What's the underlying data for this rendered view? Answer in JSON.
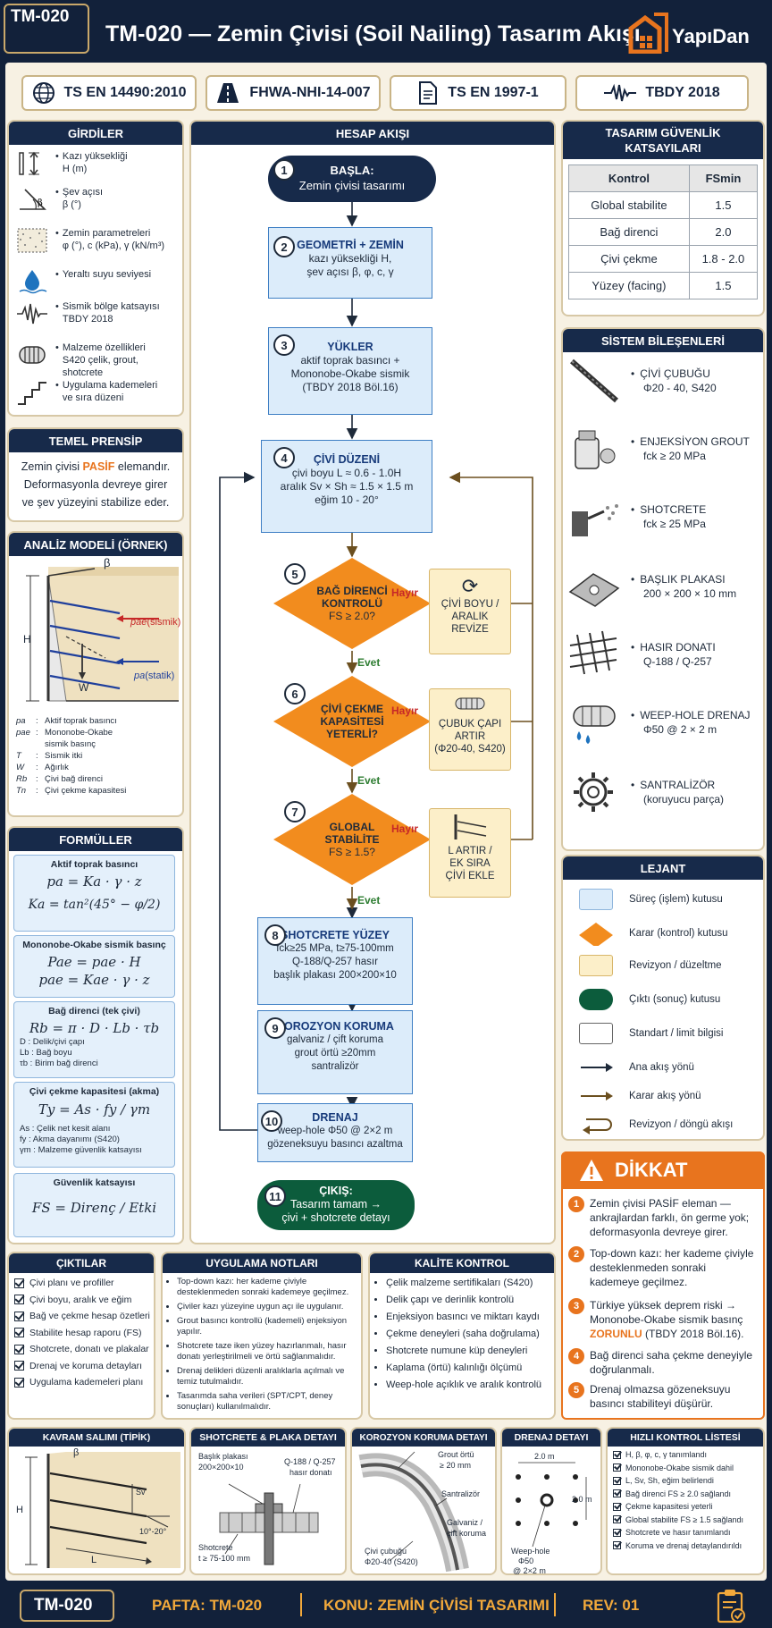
{
  "header": {
    "tag": "TM-020",
    "title": "TM-020 — Zemin Çivisi (Soil Nailing) Tasarım Akışı",
    "logo": "YapıDan"
  },
  "standards": [
    "TS EN 14490:2010",
    "FHWA-NHI-14-007",
    "TS EN 1997-1",
    "TBDY 2018"
  ],
  "inputs": {
    "title": "GİRDİLER",
    "items": [
      {
        "icon": "height-icon",
        "l1": "Kazı yüksekliği",
        "l2": "H (m)"
      },
      {
        "icon": "slope-angle-icon",
        "l1": "Şev açısı",
        "l2": "β (°)"
      },
      {
        "icon": "soil-icon",
        "l1": "Zemin parametreleri",
        "l2": "φ (°), c (kPa), γ (kN/m³)"
      },
      {
        "icon": "water-drop-icon",
        "l1": "Yeraltı suyu seviyesi",
        "l2": ""
      },
      {
        "icon": "seismic-wave-icon",
        "l1": "Sismik bölge katsayısı",
        "l2": "TBDY 2018"
      },
      {
        "icon": "material-coil-icon",
        "l1": "Malzeme özellikleri",
        "l2": "S420 çelik, grout, shotcrete"
      },
      {
        "icon": "stairs-icon",
        "l1": "Uygulama kademeleri",
        "l2": "ve sıra düzeni"
      }
    ]
  },
  "principle": {
    "title": "TEMEL PRENSİP",
    "pre": "Zemin çivisi ",
    "kw": "PASİF",
    "post": " elemandır.",
    "l2": "Deformasyonla devreye girer",
    "l3": "ve şev yüzeyini stabilize eder."
  },
  "model": {
    "title": "ANALİZ MODELİ (ÖRNEK)",
    "beta": "β",
    "H": "H",
    "W": "W",
    "pae": "pae",
    "pae_tag": "(sismik)",
    "pa": "pa",
    "pa_tag": "(statik)",
    "legend": [
      {
        "s": "pa",
        "t": "Aktif toprak basıncı"
      },
      {
        "s": "pae",
        "t": "Mononobe-Okabe"
      },
      {
        "s": "",
        "t": "sismik basınç"
      },
      {
        "s": "T",
        "t": "Sismik itki"
      },
      {
        "s": "W",
        "t": "Ağırlık"
      },
      {
        "s": "Rb",
        "t": "Çivi bağ direnci"
      },
      {
        "s": "Tn",
        "t": "Çivi çekme kapasitesi"
      }
    ]
  },
  "formulas": {
    "title": "FORMÜLLER",
    "f1": {
      "t": "Aktif toprak basıncı",
      "a": "pa = Ka · γ · z",
      "b": "Ka = tan²(45° − φ/2)"
    },
    "f2": {
      "t": "Mononobe-Okabe sismik basınç",
      "a": "Pae = pae · H",
      "b": "pae = Kae · γ · z"
    },
    "f3": {
      "t": "Bağ direnci (tek çivi)",
      "a": "Rb = π · D · Lb · τb",
      "l": [
        "D : Delik/çivi çapı",
        "Lb : Bağ boyu",
        "τb : Birim bağ direnci"
      ]
    },
    "f4": {
      "t": "Çivi çekme kapasitesi (akma)",
      "a": "Ty = As · fy / γm",
      "l": [
        "As : Çelik net kesit alanı",
        "fy : Akma dayanımı (S420)",
        "γm : Malzeme güvenlik katsayısı"
      ]
    },
    "f5": {
      "t": "Güvenlik katsayısı",
      "a": "FS = Direnç / Etki"
    }
  },
  "flow": {
    "title": "HESAP AKIŞI",
    "s1": {
      "n": "1",
      "t": "BAŞLA:",
      "b": "Zemin çivisi tasarımı"
    },
    "s2": {
      "n": "2",
      "t": "GEOMETRİ + ZEMİN",
      "b1": "kazı yüksekliği H,",
      "b2": "şev açısı β, φ, c, γ"
    },
    "s3": {
      "n": "3",
      "t": "YÜKLER",
      "b1": "aktif toprak basıncı +",
      "b2": "Mononobe-Okabe sismik",
      "b3": "(TBDY 2018 Böl.16)"
    },
    "s4": {
      "n": "4",
      "t": "ÇİVİ DÜZENİ",
      "b1": "çivi boyu L ≈ 0.6 - 1.0H",
      "b2": "aralık Sv × Sh ≈ 1.5 × 1.5 m",
      "b3": "eğim 10 - 20°"
    },
    "d5": {
      "n": "5",
      "t": "BAĞ DİRENCİ KONTROLÜ",
      "b": "FS ≥ 2.0?"
    },
    "r5": {
      "l1": "ÇİVİ BOYU /",
      "l2": "ARALIK",
      "l3": "REVİZE"
    },
    "d6": {
      "n": "6",
      "t": "ÇİVİ ÇEKME KAPASİTESİ",
      "b": "YETERLİ?"
    },
    "r6": {
      "l1": "ÇUBUK ÇAPI",
      "l2": "ARTIR",
      "l3": "(Φ20-40, S420)"
    },
    "d7": {
      "n": "7",
      "t": "GLOBAL STABİLİTE",
      "b": "FS ≥ 1.5?"
    },
    "r7": {
      "l1": "L ARTIR /",
      "l2": "EK SIRA",
      "l3": "ÇİVİ EKLE"
    },
    "s8": {
      "n": "8",
      "t": "SHOTCRETE YÜZEY",
      "b1": "fck≥25 MPa, t≥75-100mm",
      "b2": "Q-188/Q-257 hasır",
      "b3": "başlık plakası 200×200×10"
    },
    "s9": {
      "n": "9",
      "t": "KOROZYON KORUMA",
      "b1": "galvaniz / çift koruma",
      "b2": "grout örtü ≥20mm",
      "b3": "santralizör"
    },
    "s10": {
      "n": "10",
      "t": "DRENAJ",
      "b1": "weep-hole Φ50 @ 2×2 m",
      "b2": "gözeneksuyu basıncı azaltma"
    },
    "s11": {
      "n": "11",
      "t": "ÇIKIŞ:",
      "b1": "Tasarım tamam →",
      "b2": "çivi + shotcrete detayı"
    },
    "no": "Hayır",
    "yes": "Evet"
  },
  "safety": {
    "title1": "TASARIM GÜVENLİK",
    "title2": "KATSAYILARI",
    "h1": "Kontrol",
    "h2": "FSmin",
    "rows": [
      {
        "k": "Global stabilite",
        "v": "1.5"
      },
      {
        "k": "Bağ direnci",
        "v": "2.0"
      },
      {
        "k": "Çivi çekme",
        "v": "1.8 - 2.0"
      },
      {
        "k": "Yüzey (facing)",
        "v": "1.5"
      }
    ]
  },
  "components": {
    "title": "SİSTEM BİLEŞENLERİ",
    "items": [
      {
        "icon": "nail-bar-icon",
        "a": "ÇİVİ ÇUBUĞU",
        "b": "Φ20 - 40, S420"
      },
      {
        "icon": "grout-pump-icon",
        "a": "ENJEKSİYON GROUT",
        "b": "fck ≥ 20 MPa"
      },
      {
        "icon": "shotcrete-spray-icon",
        "a": "SHOTCRETE",
        "b": "fck ≥ 25 MPa"
      },
      {
        "icon": "head-plate-icon",
        "a": "BAŞLIK PLAKASI",
        "b": "200 × 200 × 10 mm"
      },
      {
        "icon": "mesh-icon",
        "a": "HASIR DONATI",
        "b": "Q-188 / Q-257"
      },
      {
        "icon": "drain-pipe-icon",
        "a": "WEEP-HOLE DRENAJ",
        "b": "Φ50 @ 2 × 2 m"
      },
      {
        "icon": "centralizer-icon",
        "a": "SANTRALİZÖR",
        "b": "(koruyucu parça)"
      }
    ]
  },
  "legend": {
    "title": "LEJANT",
    "items": [
      "Süreç (işlem) kutusu",
      "Karar (kontrol) kutusu",
      "Revizyon / düzeltme",
      "Çıktı (sonuç) kutusu",
      "Standart / limit bilgisi",
      "Ana akış yönü",
      "Karar akış yönü",
      "Revizyon / döngü akışı"
    ]
  },
  "warning": {
    "title": "DİKKAT",
    "items": [
      {
        "n": "1",
        "t": "Zemin çivisi PASİF eleman — ankrajlardan farklı, ön germe yok; deformasyonla devreye girer."
      },
      {
        "n": "2",
        "t": "Top-down kazı: her kademe çiviyle desteklenmeden sonraki kademeye geçilmez."
      },
      {
        "n": "3",
        "pre": "Türkiye yüksek deprem riski → Mononobe-Okabe sismik basınç ",
        "kw": "ZORUNLU",
        "post": " (TBDY 2018 Böl.16)."
      },
      {
        "n": "4",
        "t": "Bağ direnci saha çekme deneyiyle doğrulanmalı."
      },
      {
        "n": "5",
        "t": "Drenaj olmazsa gözeneksuyu basıncı stabiliteyi düşürür."
      }
    ]
  },
  "outputs": {
    "title": "ÇIKTILAR",
    "items": [
      "Çivi planı ve profiller",
      "Çivi boyu, aralık ve eğim",
      "Bağ ve çekme hesap özetleri",
      "Stabilite hesap raporu (FS)",
      "Shotcrete, donatı ve plakalar",
      "Drenaj ve koruma detayları",
      "Uygulama kademeleri planı"
    ]
  },
  "notes": {
    "title": "UYGULAMA NOTLARI",
    "items": [
      "Top-down kazı: her kademe çiviyle desteklenmeden sonraki kademeye geçilmez.",
      "Çiviler kazı yüzeyine uygun açı ile uygulanır.",
      "Grout basıncı kontrollü (kademeli) enjeksiyon yapılır.",
      "Shotcrete taze iken yüzey hazırlanmalı, hasır donatı yerleştirilmeli ve örtü sağlanmalıdır.",
      "Drenaj delikleri düzenli aralıklarla açılmalı ve temiz tutulmalıdır.",
      "Tasarımda saha verileri (SPT/CPT, deney sonuçları) kullanılmalıdır."
    ]
  },
  "quality": {
    "title": "KALİTE KONTROL",
    "items": [
      "Çelik malzeme sertifikaları (S420)",
      "Delik çapı ve derinlik kontrolü",
      "Enjeksiyon basıncı ve miktarı kaydı",
      "Çekme deneyleri (saha doğrulama)",
      "Shotcrete numune küp deneyleri",
      "Kaplama (örtü) kalınlığı ölçümü",
      "Weep-hole açıklık ve aralık kontrolü"
    ]
  },
  "details": {
    "d1": {
      "title": "KAVRAM SALIMI (TİPİK)",
      "beta": "β",
      "sv": "Sv",
      "H": "H",
      "L": "L",
      "ang": "10°-20°"
    },
    "d2": {
      "title": "SHOTCRETE & PLAKA DETAYI",
      "plate1": "Başlık plakası",
      "plate2": "200×200×10",
      "mesh1": "Q-188 / Q-257",
      "mesh2": "hasır donatı",
      "sh1": "Shotcrete",
      "sh2": "t ≥ 75-100 mm"
    },
    "d3": {
      "title": "KOROZYON KORUMA DETAYI",
      "g1": "Grout örtü",
      "g2": "≥ 20 mm",
      "c": "Santralizör",
      "gv1": "Galvaniz /",
      "gv2": "çift koruma",
      "n1": "Çivi çubuğu",
      "n2": "Φ20-40 (S420)"
    },
    "d4": {
      "title": "DRENAJ DETAYI",
      "w": "2.0 m",
      "h": "2.0 m",
      "wh1": "Weep-hole",
      "wh2": "Φ50",
      "wh3": "@ 2×2 m"
    },
    "d5": {
      "title": "HIZLI KONTROL LİSTESİ",
      "items": [
        "H, β, φ, c, γ tanımlandı",
        "Mononobe-Okabe sismik dahil",
        "L, Sv, Sh, eğim belirlendi",
        "Bağ direnci FS ≥ 2.0 sağlandı",
        "Çekme kapasitesi yeterli",
        "Global stabilite FS ≥ 1.5 sağlandı",
        "Shotcrete ve hasır tanımlandı",
        "Koruma ve drenaj detaylandırıldı"
      ]
    }
  },
  "footer": {
    "tag": "TM-020",
    "pafta": "PAFTA: TM-020",
    "konu": "KONU: ZEMİN ÇİVİSİ TASARIMI",
    "rev": "REV: 01"
  },
  "colors": {
    "navy": "#172a4a",
    "orange": "#f28c1e",
    "process": "#dcecfa",
    "revision": "#fcefc9",
    "output": "#0c5c3c"
  }
}
